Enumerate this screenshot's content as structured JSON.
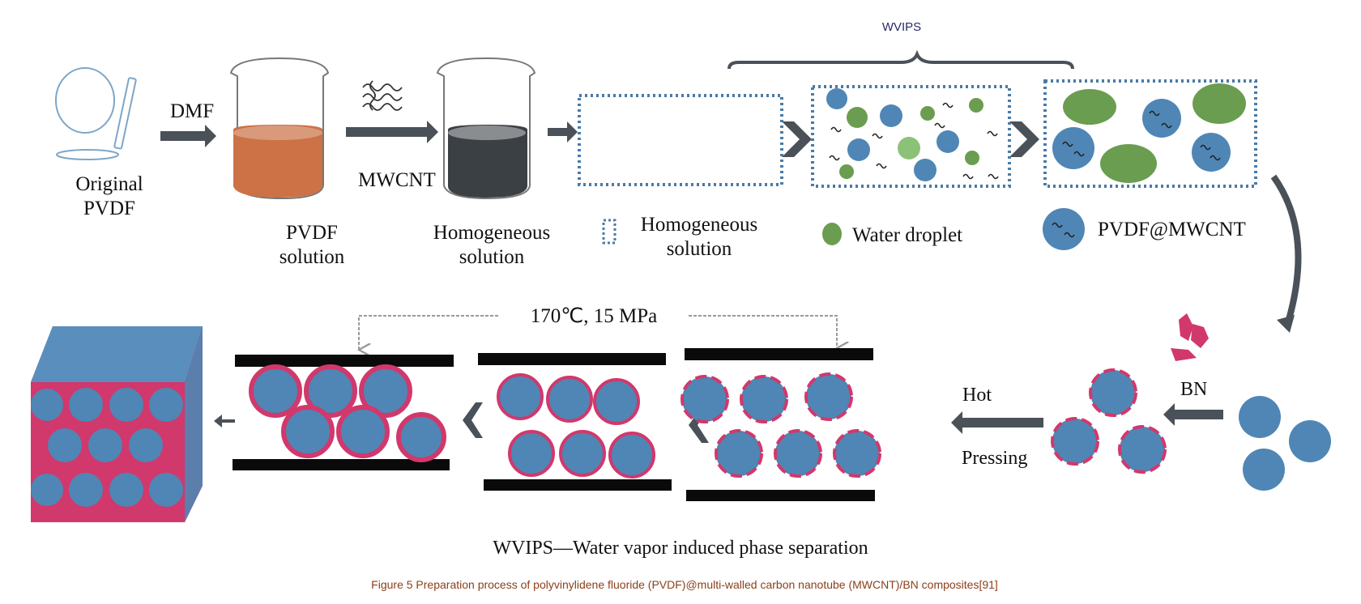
{
  "figure": {
    "bracket_label": "WVIPS",
    "top_row": {
      "original_pvdf": [
        "Original",
        "PVDF"
      ],
      "dmf": "DMF",
      "pvdf_solution": [
        "PVDF",
        "solution"
      ],
      "mwcnt": "MWCNT",
      "homogeneous_solution": [
        "Homogeneous",
        "solution"
      ]
    },
    "legend": {
      "homogeneous_solution": [
        "Homogeneous",
        "solution"
      ],
      "water_droplet": "Water droplet",
      "pvdf_mwcnt": "PVDF@MWCNT"
    },
    "bottom_row": {
      "conditions": "170℃, 15 MPa",
      "bn": "BN",
      "hot": "Hot",
      "pressing": "Pressing"
    },
    "footnote": "WVIPS—Water vapor induced phase separation",
    "caption": "Figure 5 Preparation process of polyvinylidene fluoride (PVDF)@multi-walled carbon nanotube (MWCNT)/BN composites[91]"
  },
  "colors": {
    "pvdf_blue": "#4f86b5",
    "water_green": "#6a9d4f",
    "water_light_green": "#8cc277",
    "bn_pink": "#d1386c",
    "arrow_gray": "#4a5158",
    "pvdf_solution_orange": "#cd7246",
    "mwcnt_solution_dark": "#3b4045",
    "dotted_border": "#4a7ba6",
    "caption_brown": "#8a3f1a",
    "plate_black": "#0a0a0a"
  }
}
